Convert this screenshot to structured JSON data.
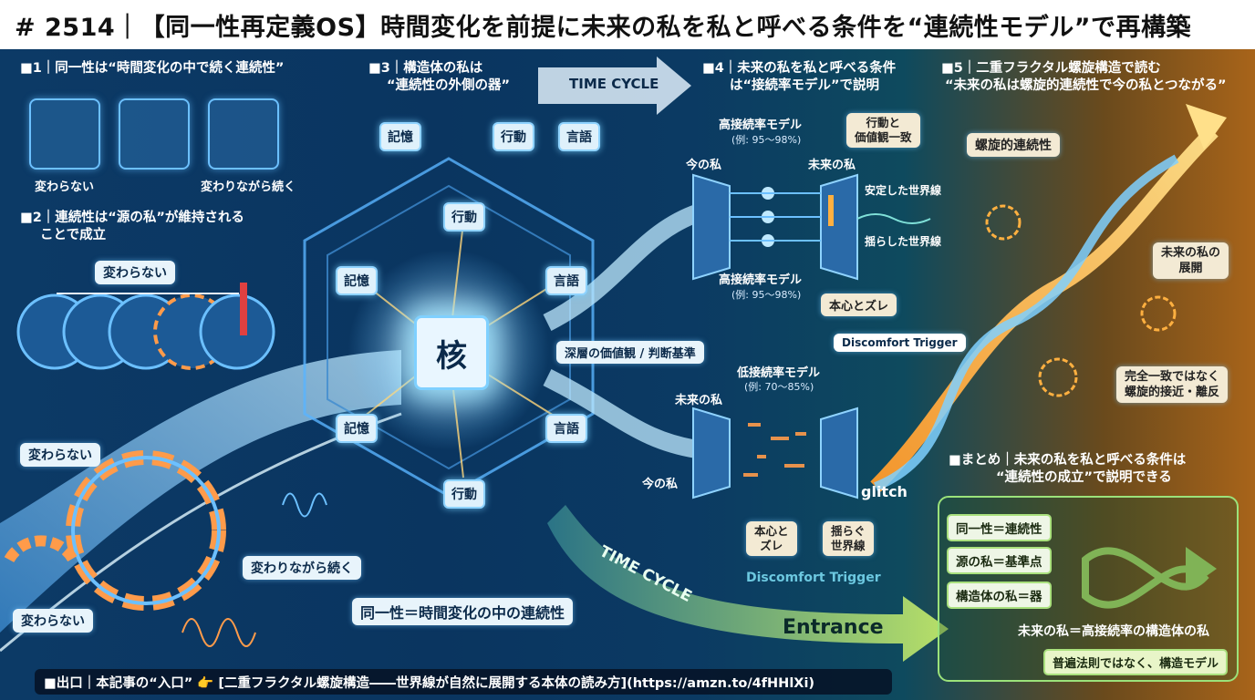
{
  "title": "# 2514｜【同一性再定義OS】時間変化を前提に未来の私を私と呼べる条件を“連続性モデル”で再構築",
  "sections": {
    "s1": "■1｜同一性は“時間変化の中で続く連続性”",
    "s2_line1": "■2｜連続性は“源の私”が維持される",
    "s2_line2": "ことで成立",
    "s3_line1": "■3｜構造体の私は",
    "s3_line2": "“連続性の外側の器”",
    "s4_line1": "■4｜未来の私を私と呼べる条件",
    "s4_line2": "は“接続率モデル”で説明",
    "s5_line1": "■5｜二重フラクタル螺旋構造で読む",
    "s5_line2": "“未来の私は螺旋的連続性で今の私とつながる”",
    "summary_line1": "■まとめ｜未来の私を私と呼べる条件は",
    "summary_line2": "“連続性の成立”で説明できる"
  },
  "left": {
    "unchanged_a": "変わらない",
    "continuing_a": "変わりながら続く",
    "unchanged_b": "変わらない",
    "unchanged_c": "変わらない",
    "unchanged_d": "変わらない",
    "continuing_b": "変わりながら続く"
  },
  "center": {
    "time_cycle_top": "TIME CYCLE",
    "outer_memory": "記憶",
    "outer_action": "行動",
    "outer_language": "言語",
    "inner_top": "行動",
    "inner_memory_1": "記憶",
    "inner_language_1": "言語",
    "inner_memory_2": "記憶",
    "inner_language_2": "言語",
    "inner_bottom": "行動",
    "core": "核",
    "deep_values": "深層の価値観 / 判断基準",
    "identity_caption": "同一性＝時間変化の中の連続性",
    "time_cycle_bottom": "TIME CYCLE"
  },
  "model": {
    "high_model_1": "高接続率モデル",
    "high_example_1": "(例: 95〜98%)",
    "action_values_1": "行動と",
    "action_values_2": "価値観一致",
    "now_self_1": "今の私",
    "future_self_1": "未来の私",
    "stable_worldline": "安定した世界線",
    "shaken_worldline": "揺らした世界線",
    "high_model_2": "高接続率モデル",
    "high_example_2": "(例: 95〜98%)",
    "core_gap": "本心とズレ",
    "discomfort_trigger": "Discomfort Trigger",
    "low_model": "低接続率モデル",
    "low_example": "(例: 70〜85%)",
    "future_self_2": "未来の私",
    "now_self_2": "今の私",
    "glitch": "glitch",
    "core_gap_2a": "本心と",
    "core_gap_2b": "ズレ",
    "shaking_worldline_a": "揺らぐ",
    "shaking_worldline_b": "世界線",
    "discomfort_trigger_2": "Discomfort Trigger"
  },
  "spiral": {
    "spiral_continuity": "螺旋的連続性",
    "future_unfold_1": "未来の私の",
    "future_unfold_2": "展開",
    "not_perfect_1": "完全一致ではなく",
    "not_perfect_2": "螺旋的接近・離反"
  },
  "summary": {
    "item1": "同一性＝連続性",
    "item2": "源の私＝基準点",
    "item3": "構造体の私＝器",
    "conclusion": "未来の私＝高接続率の構造体の私",
    "note": "普遍法則ではなく、構造モデル"
  },
  "entrance": "Entrance",
  "footer": "■出口｜本記事の“入口” 👉 [二重フラクタル螺旋構造――世界線が自然に展開する本体の読み方](https://amzn.to/4fHHlXi)"
}
